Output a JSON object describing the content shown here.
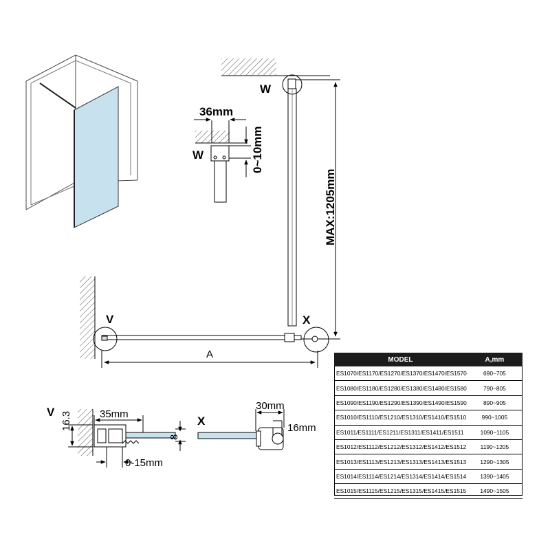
{
  "labels": {
    "w_top": "W",
    "w_detail": "W",
    "v_main": "V",
    "x_main": "X",
    "v_detail": "V",
    "x_detail": "X",
    "max_height": "MAX:1205mm",
    "a_dim": "A",
    "dim_36": "36mm",
    "dim_0_10": "0~10mm",
    "dim_163": "16.3",
    "dim_35": "35mm",
    "dim_8": "8",
    "dim_0_15": "0-15mm",
    "dim_30": "30mm",
    "dim_16": "16mm"
  },
  "table": {
    "headers": [
      "MODEL",
      "A,mm"
    ],
    "rows": [
      {
        "model": "ES1070/ES1170/ES1270/ES1370/ES1470/ES1570",
        "range": "690~705"
      },
      {
        "model": "ES1080/ES1180/ES1280/ES1380/ES1480/ES1580",
        "range": "790~805"
      },
      {
        "model": "ES1090/ES1190/ES1290/ES1390/ES1490/ES1590",
        "range": "890~905"
      },
      {
        "model": "ES1010/ES1110/ES1210/ES1310/ES1410/ES1510",
        "range": "990~1005"
      },
      {
        "model": "ES1011/ES1111/ES1211/ES1311/ES1411/ES1511",
        "range": "1090~1105"
      },
      {
        "model": "ES1012/ES1112/ES1212/ES1312/ES1412/ES1512",
        "range": "1190~1205"
      },
      {
        "model": "ES1013/ES1113/ES1213/ES1313/ES1413/ES1513",
        "range": "1290~1305"
      },
      {
        "model": "ES1014/ES1114/ES1214/ES1314/ES1414/ES1514",
        "range": "1390~1405"
      },
      {
        "model": "ES1015/ES1115/ES1215/ES1315/ES1415/ES1515",
        "range": "1490~1505"
      }
    ]
  },
  "colors": {
    "glass": "#c8e1ee",
    "line": "#000000",
    "hatch": "#555555",
    "header_bg": "#1c1c1c"
  }
}
